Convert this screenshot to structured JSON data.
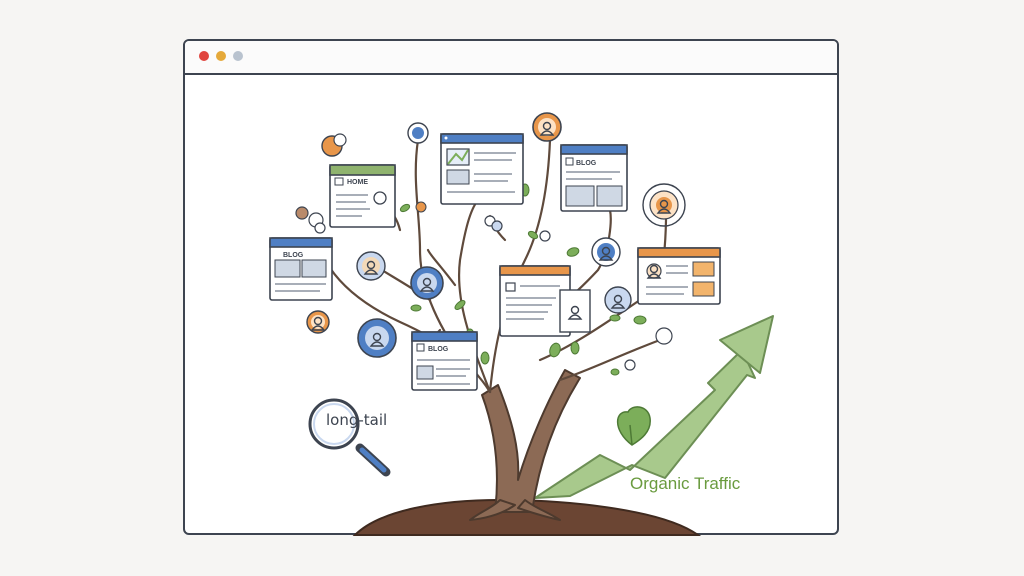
{
  "illustration": {
    "search_label": "long-tail",
    "traffic_label": "Organic Traffic",
    "blog_tag": "BLOG",
    "home_tag": "HOME"
  },
  "colors": {
    "window_border": "#3d4450",
    "close_dot": "#e0443e",
    "minimize_dot": "#e5a93a",
    "inactive_dot": "#b9c3cf",
    "trunk": "#8c6a55",
    "soil": "#6b4533",
    "leaf_green": "#7cae5a",
    "arrow_green": "#a8c98c",
    "accent_blue": "#4f7fc4",
    "accent_orange": "#e8964a",
    "traffic_text": "#6a9b3f"
  }
}
